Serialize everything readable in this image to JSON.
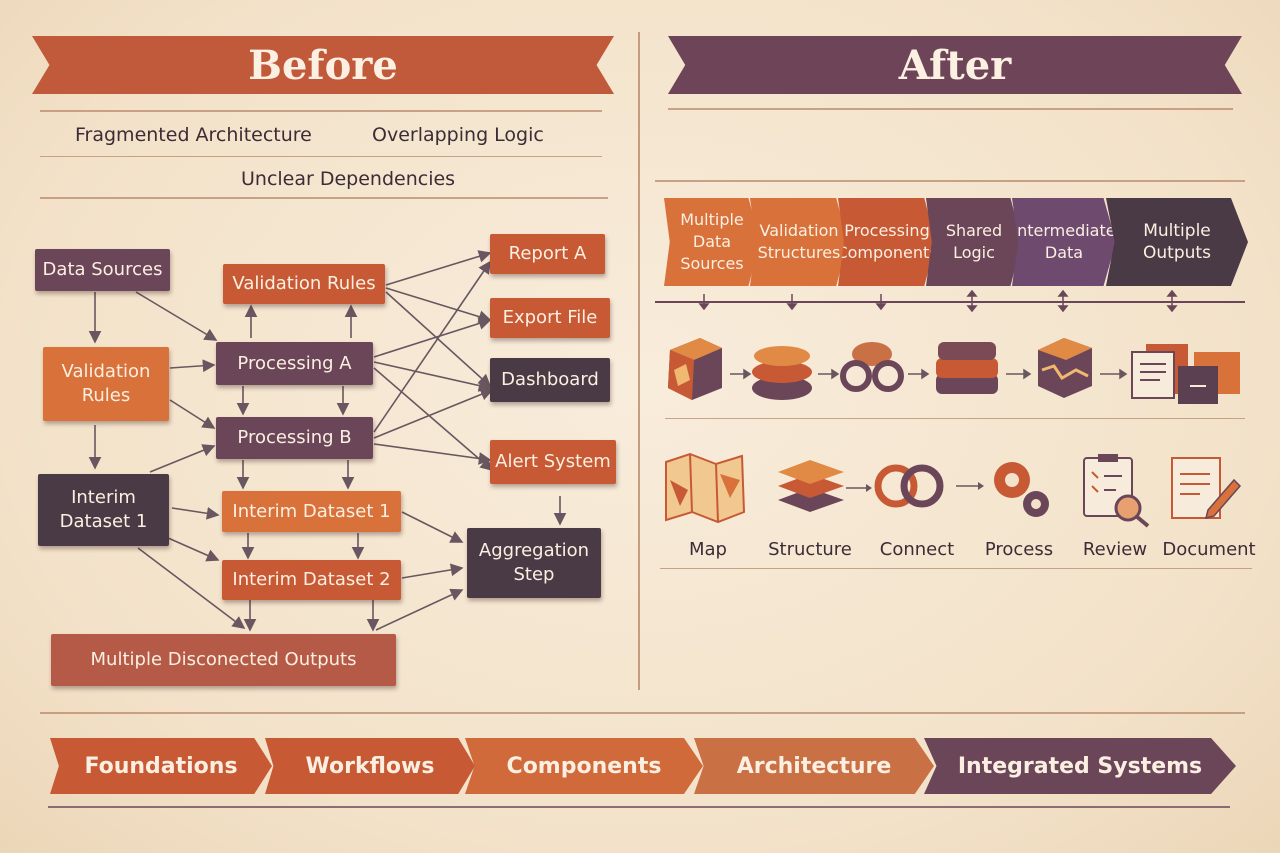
{
  "before": {
    "title": "Before",
    "issues": [
      "Fragmented Architecture",
      "Overlapping Logic",
      "Unclear Dependencies"
    ],
    "nodes": {
      "data_sources": "Data Sources",
      "validation_rules_left": "Validation\nRules",
      "interim_dataset_1_left": "Interim\nDataset 1",
      "validation_rules_top": "Validation Rules",
      "processing_a": "Processing A",
      "processing_b": "Processing B",
      "interim_dataset_1": "Interim Dataset 1",
      "interim_dataset_2": "Interim Dataset 2",
      "report_a": "Report A",
      "export_file": "Export File",
      "dashboard": "Dashboard",
      "alert_system": "Alert System",
      "aggregation_step": "Aggregation\nStep",
      "multiple_outputs": "Multiple Disconected Outputs"
    }
  },
  "after": {
    "title": "After",
    "flow": [
      {
        "label": "Multiple\nData Sources",
        "color": "#d8713a"
      },
      {
        "label": "Validation\nStructures",
        "color": "#d8713a"
      },
      {
        "label": "Processing\nComponents",
        "color": "#c75a35"
      },
      {
        "label": "Shared\nLogic",
        "color": "#6b4659"
      },
      {
        "label": "Intermediate\nData",
        "color": "#6e4a6e"
      },
      {
        "label": "Multiple\nOutputs",
        "color": "#4a3a45"
      }
    ],
    "steps": [
      {
        "label": "Map",
        "icon": "map-icon"
      },
      {
        "label": "Structure",
        "icon": "layers-icon"
      },
      {
        "label": "Connect",
        "icon": "chain-link-icon"
      },
      {
        "label": "Process",
        "icon": "gears-icon"
      },
      {
        "label": "Review",
        "icon": "checklist-magnifier-icon"
      },
      {
        "label": "Document",
        "icon": "document-pencil-icon"
      }
    ]
  },
  "pipeline": [
    {
      "label": "Foundations",
      "color": "#c75a35"
    },
    {
      "label": "Workflows",
      "color": "#c75a35"
    },
    {
      "label": "Components",
      "color": "#d06a3a"
    },
    {
      "label": "Architecture",
      "color": "#c97045"
    },
    {
      "label": "Integrated Systems",
      "color": "#6b4659"
    }
  ]
}
